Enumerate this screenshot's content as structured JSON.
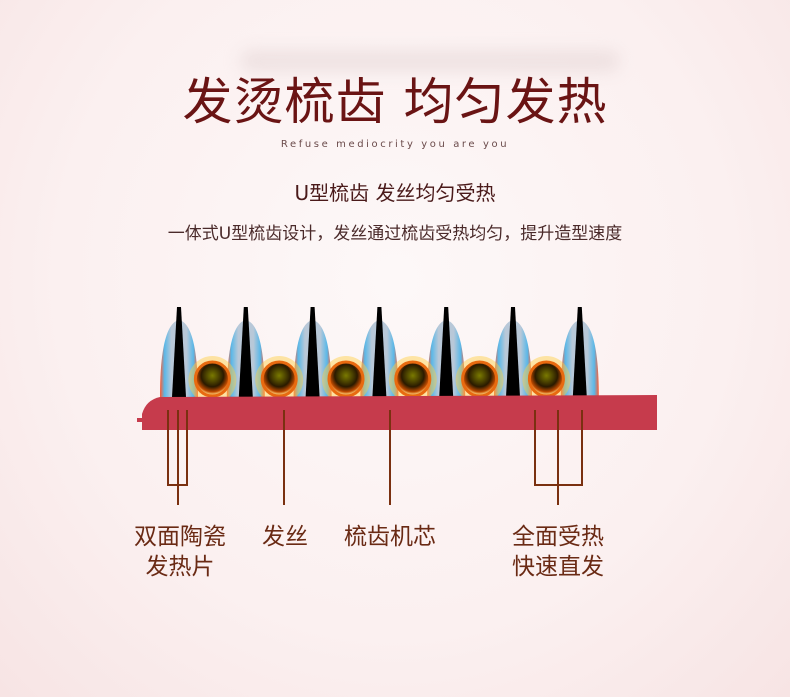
{
  "header": {
    "title": "发烫梳齿 均匀发热",
    "slogan": "Refuse mediocrity you are you",
    "subtitle": "U型梳齿 发丝均匀受热",
    "description": "一体式U型梳齿设计，发丝通过梳齿受热均匀，提升造型速度"
  },
  "diagram": {
    "teeth_count": 7,
    "hair_count": 6,
    "labels": [
      {
        "line1": "双面陶瓷",
        "line2": "发热片"
      },
      {
        "line1": "发丝",
        "line2": ""
      },
      {
        "line1": "梳齿机芯",
        "line2": ""
      },
      {
        "line1": "全面受热",
        "line2": "快速直发"
      }
    ]
  },
  "colors": {
    "title": "#6a1414",
    "bar": "#c63b4c",
    "leader": "#7a3010",
    "glow": "#ff6a2a",
    "blue": "#5ab8e8"
  }
}
